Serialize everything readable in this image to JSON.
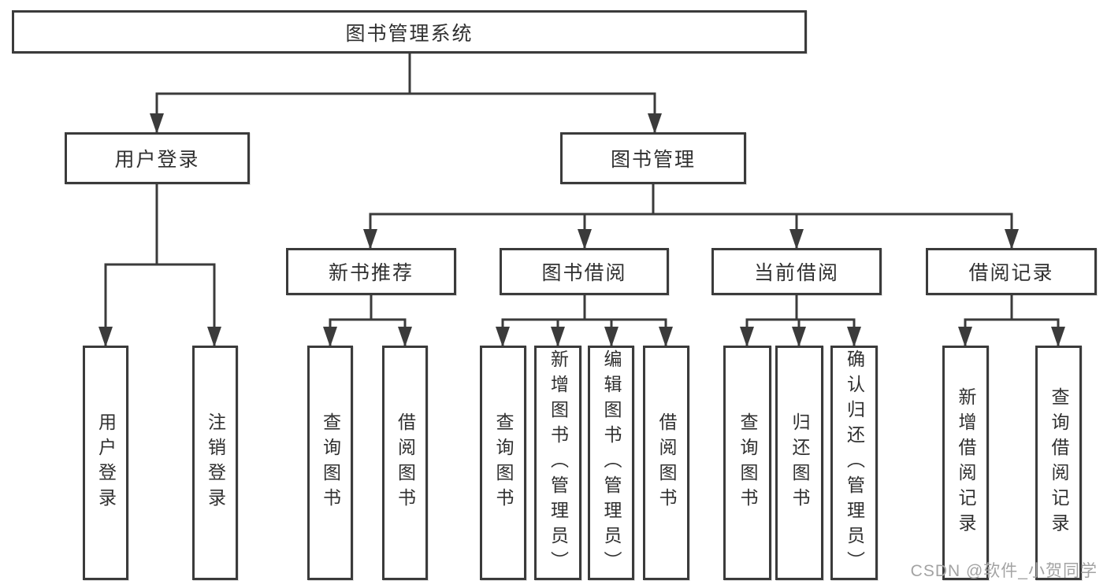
{
  "diagram": {
    "title": "图书管理系统",
    "nodes": [
      {
        "id": "root",
        "level": 1,
        "label": "图书管理系统"
      },
      {
        "id": "user-login",
        "level": 2,
        "label": "用户登录"
      },
      {
        "id": "book-mgmt",
        "level": 2,
        "label": "图书管理"
      },
      {
        "id": "new-book-rec",
        "level": 3,
        "label": "新书推荐"
      },
      {
        "id": "book-borrow",
        "level": 3,
        "label": "图书借阅"
      },
      {
        "id": "current-borrow",
        "level": 3,
        "label": "当前借阅"
      },
      {
        "id": "borrow-record",
        "level": 3,
        "label": "借阅记录"
      },
      {
        "id": "leaf-user-login",
        "level": 4,
        "label": "用户登录"
      },
      {
        "id": "leaf-logout",
        "level": 4,
        "label": "注销登录"
      },
      {
        "id": "leaf-nb-query",
        "level": 4,
        "label": "查询图书"
      },
      {
        "id": "leaf-nb-borrow",
        "level": 4,
        "label": "借阅图书"
      },
      {
        "id": "leaf-bb-query",
        "level": 4,
        "label": "查询图书"
      },
      {
        "id": "leaf-bb-add",
        "level": 4,
        "label": "新增图书（管理员）"
      },
      {
        "id": "leaf-bb-edit",
        "level": 4,
        "label": "编辑图书（管理员）"
      },
      {
        "id": "leaf-bb-borrow",
        "level": 4,
        "label": "借阅图书"
      },
      {
        "id": "leaf-cb-query",
        "level": 4,
        "label": "查询图书"
      },
      {
        "id": "leaf-cb-return",
        "level": 4,
        "label": "归还图书"
      },
      {
        "id": "leaf-cb-confirm",
        "level": 4,
        "label": "确认归还（管理员）"
      },
      {
        "id": "leaf-br-add",
        "level": 4,
        "label": "新增借阅记录"
      },
      {
        "id": "leaf-br-query",
        "level": 4,
        "label": "查询借阅记录"
      }
    ]
  },
  "watermark": {
    "text": "CSDN @软件_小贺同学"
  },
  "colors": {
    "line": "#3b3b3b",
    "text": "#303030",
    "watermark": "#a3a3a3",
    "background": "#ffffff"
  }
}
